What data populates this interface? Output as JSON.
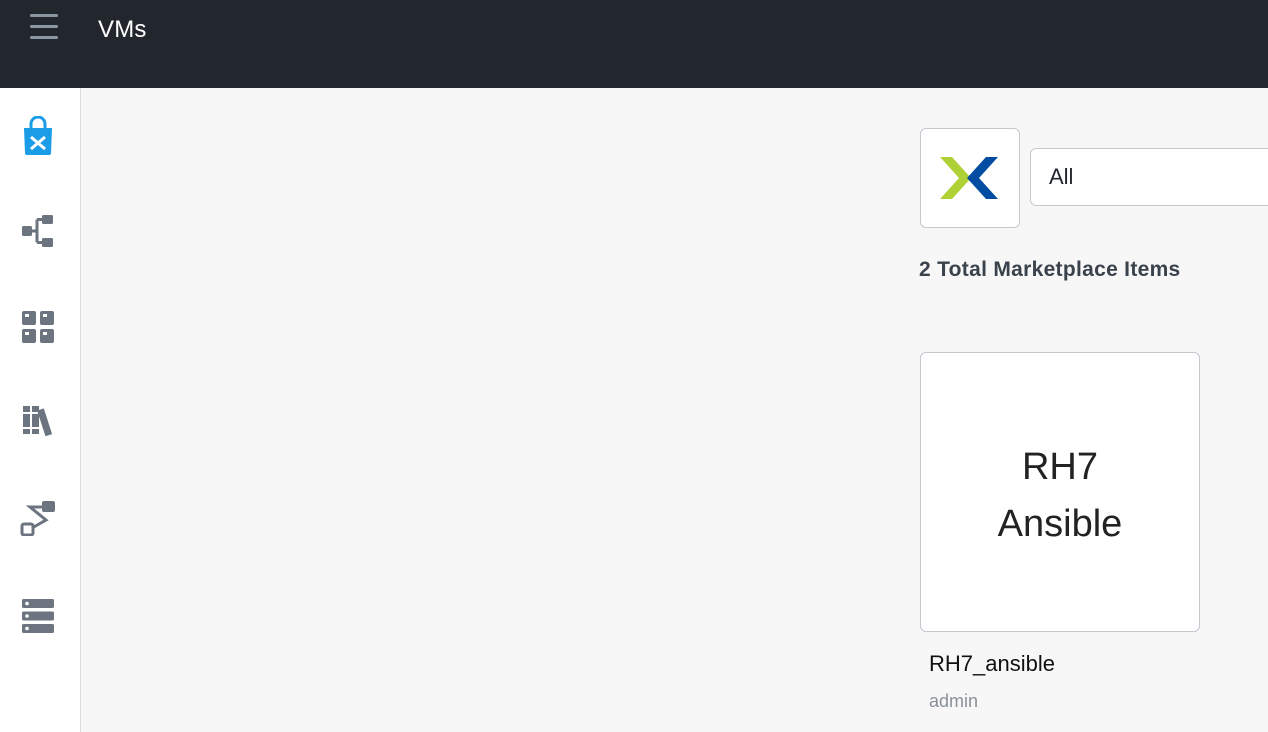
{
  "header": {
    "title": "VMs",
    "menu_icon": "hamburger-menu-icon"
  },
  "sidebar": {
    "items": [
      {
        "name": "marketplace",
        "icon": "shopping-bag-icon",
        "active": true
      },
      {
        "name": "blueprints",
        "icon": "blueprint-tree-icon"
      },
      {
        "name": "applications",
        "icon": "applications-grid-icon"
      },
      {
        "name": "library",
        "icon": "library-books-icon"
      },
      {
        "name": "runbooks",
        "icon": "runbook-path-icon"
      },
      {
        "name": "endpoints",
        "icon": "server-stack-icon"
      }
    ]
  },
  "filter": {
    "logo_icon": "nutanix-logo-icon",
    "selected": "All"
  },
  "marketplace": {
    "total_label": "2 Total Marketplace Items",
    "items": [
      {
        "thumbnail_line1": "RH7",
        "thumbnail_line2": "Ansible",
        "title": "RH7_ansible",
        "owner": "admin"
      }
    ]
  },
  "colors": {
    "topbar": "#22272e",
    "accent_blue": "#1b9ce6",
    "icon_gray": "#6c7480",
    "nutanix_green": "#afd136",
    "nutanix_blue": "#024da1"
  }
}
